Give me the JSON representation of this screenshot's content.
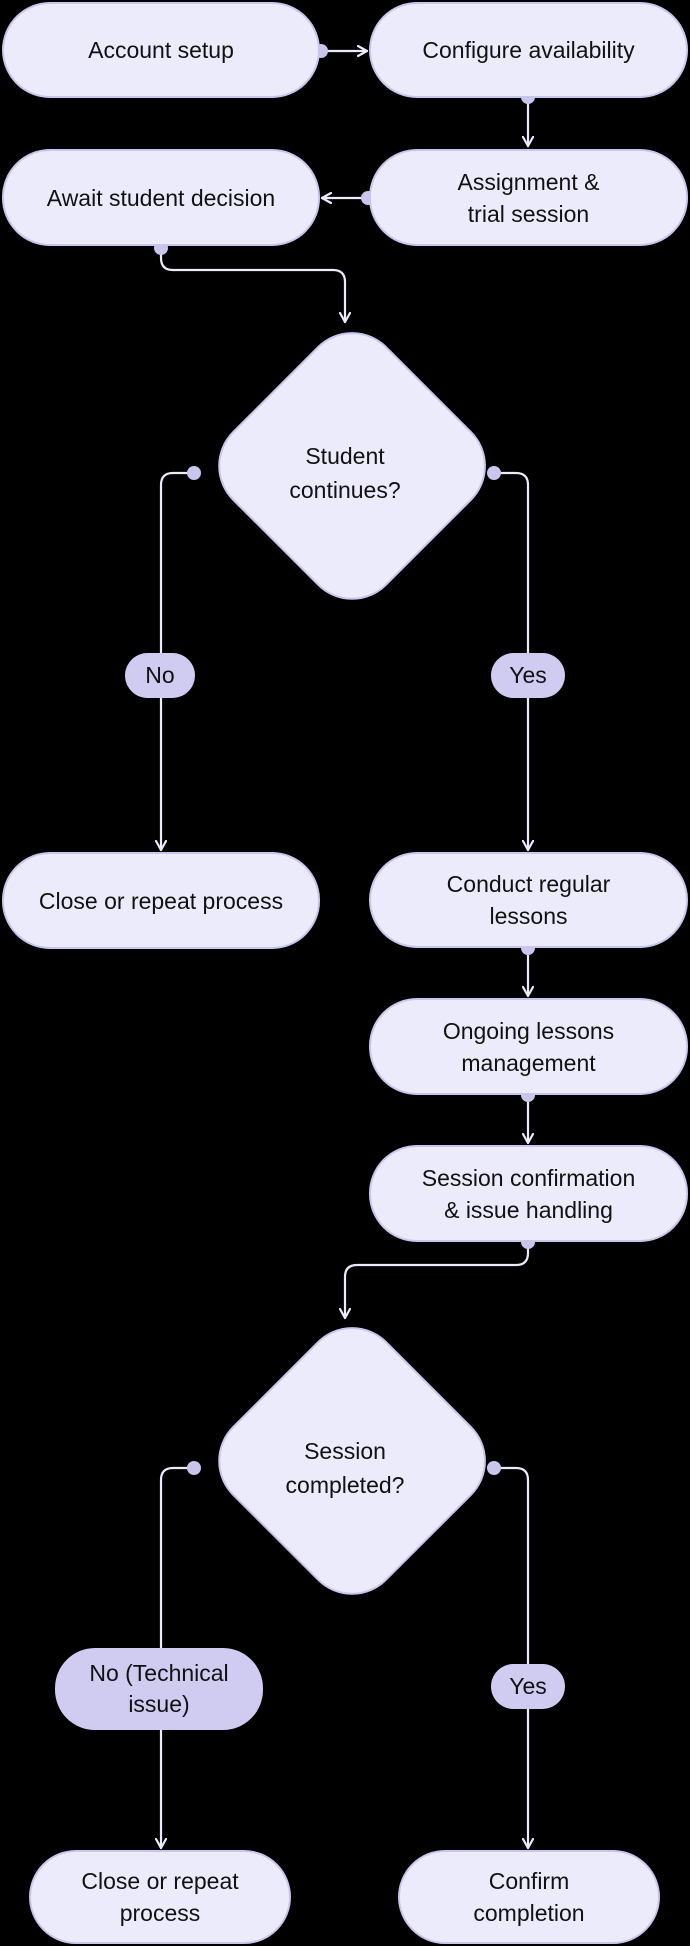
{
  "colors": {
    "background": "#000000",
    "node_fill": "#ECEBFB",
    "node_border": "#C9C6EE",
    "label_fill": "#CFCBF1",
    "connector": "#ECEBFB",
    "dot": "#C9C6EE"
  },
  "nodes": {
    "account_setup": "Account setup",
    "configure_availability": "Configure availability",
    "assignment_trial": [
      "Assignment &",
      "trial session"
    ],
    "await_decision": "Await student decision",
    "student_continues": [
      "Student",
      "continues?"
    ],
    "close_repeat_1": "Close or repeat process",
    "conduct_lessons": [
      "Conduct regular",
      "lessons"
    ],
    "ongoing_management": [
      "Ongoing lessons",
      "management"
    ],
    "session_confirmation": [
      "Session confirmation",
      "& issue handling"
    ],
    "session_completed": [
      "Session",
      "completed?"
    ],
    "close_repeat_2": [
      "Close or repeat",
      "process"
    ],
    "confirm_completion": [
      "Confirm",
      "completion"
    ]
  },
  "labels": {
    "no_1": "No",
    "yes_1": "Yes",
    "no_2": [
      "No (Technical",
      "issue)"
    ],
    "yes_2": "Yes"
  }
}
